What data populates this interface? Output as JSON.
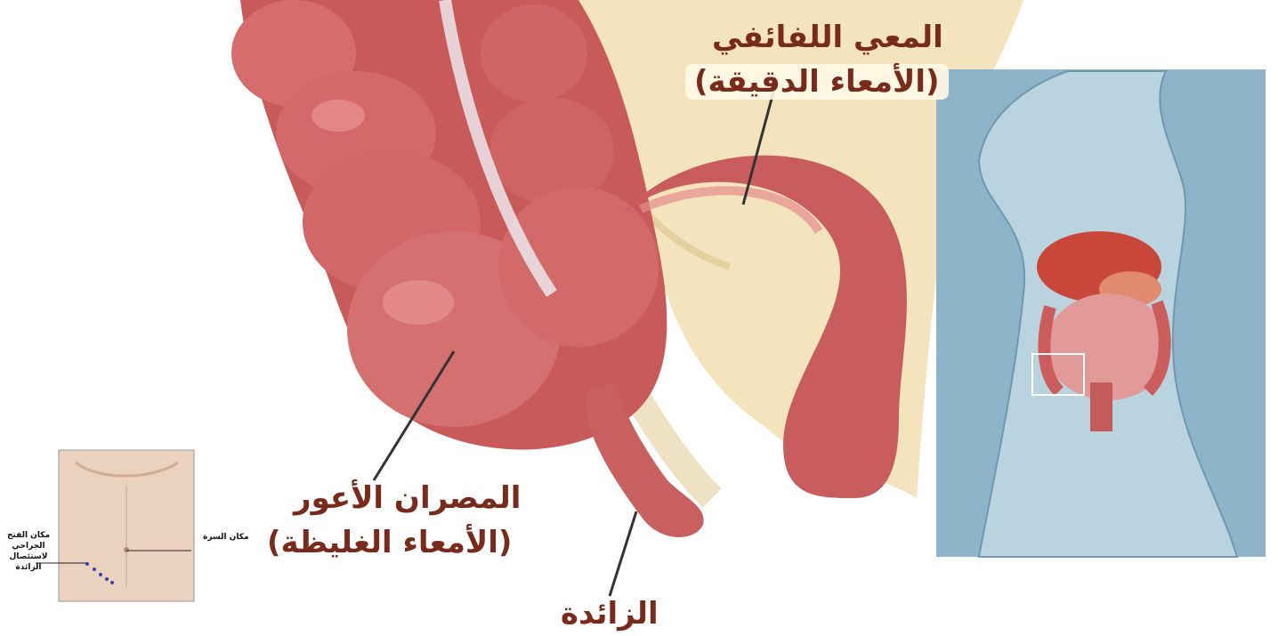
{
  "labels": {
    "ileum_line1": "المعي اللفائفي",
    "ileum_line2": "(الأمعاء الدقيقة)",
    "cecum_line1": "المصران الأعور",
    "cecum_line2": "(الأمعاء الغليظة)",
    "appendix": "الزائدة"
  },
  "inset_labels": {
    "incision_site": "مكان الفتح الجراحي لاستئصال الزائدة",
    "navel_site": "مكان السرة"
  },
  "colors": {
    "intestine": "#c95a5a",
    "tissue": "#f3e4be",
    "label_text": "#7a2a1a",
    "panel_bg": "#8fb4c9",
    "silhouette": "#b9d3df"
  }
}
